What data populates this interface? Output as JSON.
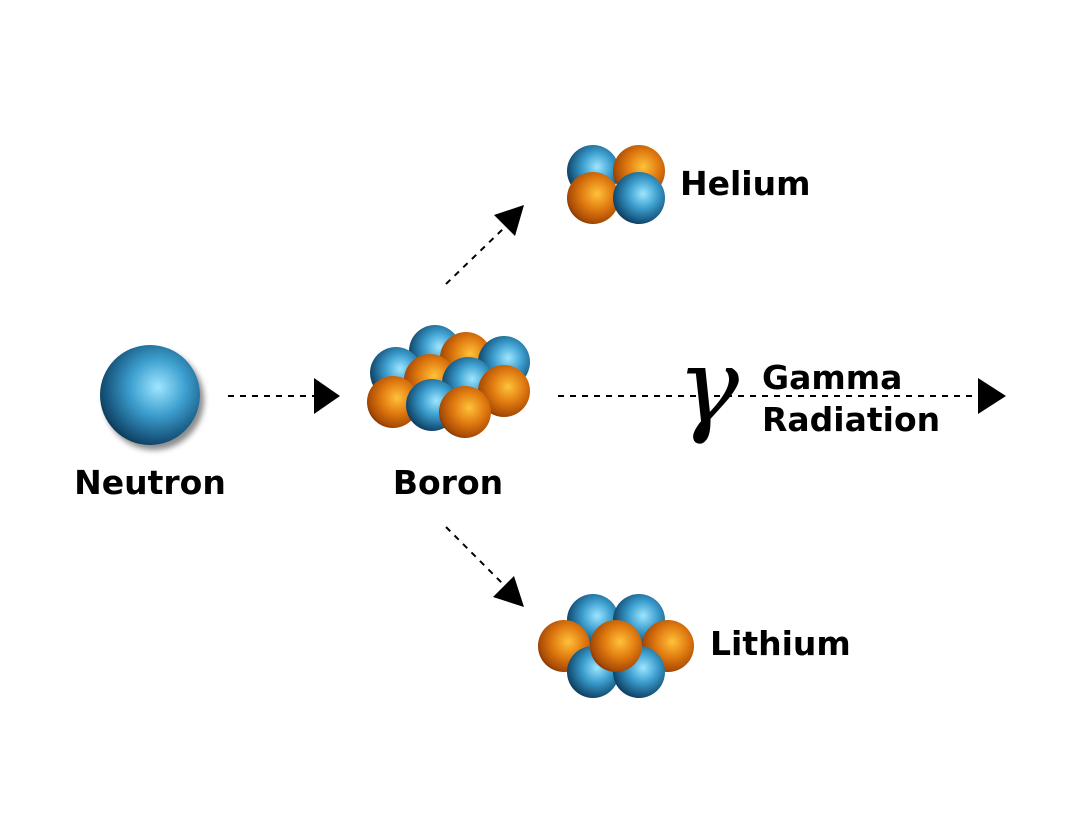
{
  "labels": {
    "neutron": "Neutron",
    "boron": "Boron",
    "helium": "Helium",
    "lithium": "Lithium",
    "gamma_symbol": "γ",
    "gamma_line1": "Gamma",
    "gamma_line2": "Radiation"
  },
  "colors": {
    "neutron_ball": "#2a86b8",
    "proton_ball": "#e07a10",
    "arrow": "#000000"
  }
}
